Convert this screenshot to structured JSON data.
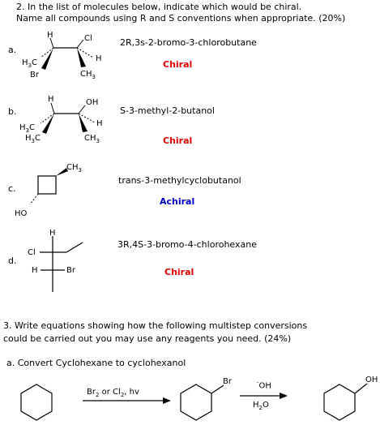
{
  "q2": {
    "line1": "2.  In the list of molecules below, indicate which would be chiral.",
    "line2": "Name all compounds using R and S conventions when appropriate. (20%)"
  },
  "items": [
    {
      "letter": "a.",
      "name": "2R,3s-2-bromo-3-chlorobutane",
      "verdict": "Chiral",
      "atoms": {
        "h": "H",
        "cl": "Cl",
        "h3c": "H3C",
        "h2": "H",
        "br": "Br",
        "ch3": "CH3"
      }
    },
    {
      "letter": "b.",
      "name": "S-3-methyl-2-butanol",
      "verdict": "Chiral",
      "atoms": {
        "h": "H",
        "oh": "OH",
        "h3c1": "H3C",
        "h2": "H",
        "h3c2": "H3C",
        "ch3": "CH3"
      }
    },
    {
      "letter": "c.",
      "name": "trans-3-methylcyclobutanol",
      "verdict": "Achiral",
      "atoms": {
        "ch3": "CH3",
        "ho": "HO"
      }
    },
    {
      "letter": "d.",
      "name": "3R,4S-3-bromo-4-chlorohexane",
      "verdict": "Chiral",
      "atoms": {
        "h1": "H",
        "cl": "Cl",
        "h2": "H",
        "br": "Br"
      }
    }
  ],
  "colors": {
    "chiral": "#e00000",
    "achiral": "#0000cc"
  },
  "q3": {
    "line1": "3.  Write equations showing how the following multistep conversions",
    "line2": "could be carried out you may use any reagents you need.  (24%)",
    "part_a": "a.  Convert Cyclohexane to cyclohexanol",
    "reagent1": "Br2  or Cl2, hv",
    "br": "Br",
    "reagent2_top": "-OH",
    "reagent2_bottom": "H2O",
    "oh": "OH"
  }
}
